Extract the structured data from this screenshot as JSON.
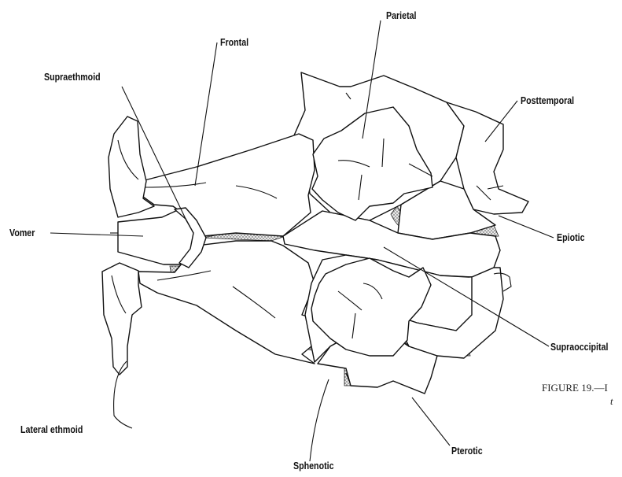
{
  "labels": {
    "frontal": "Frontal",
    "parietal": "Parietal",
    "supraethmoid": "Supraethmoid",
    "posttemporal": "Posttemporal",
    "vomer": "Vomer",
    "epiotic": "Epiotic",
    "supraoccipital": "Supraoccipital",
    "lateral_ethmoid": "Lateral ethmoid",
    "pterotic": "Pterotic",
    "sphenotic": "Sphenotic"
  },
  "caption": {
    "line1": "FIGURE 19.—I",
    "line2": "t"
  }
}
